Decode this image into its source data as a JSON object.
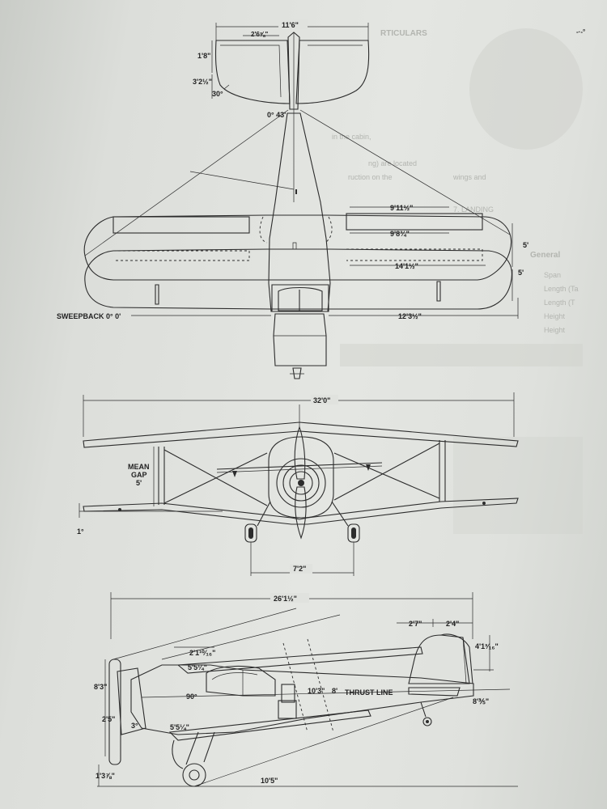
{
  "bleed_through": {
    "heading": "RTICULARS",
    "section": "7. LANDING",
    "general": "General",
    "list": [
      "Span",
      "Length (Ta",
      "Length (T",
      "Height",
      "Height"
    ],
    "snippets": [
      "in the cabin,",
      "ng) are located",
      "ruction on the",
      "wings and"
    ]
  },
  "corner_mark": "-·-°",
  "top_view": {
    "span_tailplane": "11'6\"",
    "elevator_tab": "2'6⅝\"",
    "dim_1_8": "1'8\"",
    "dim_3_2": "3'2½\"",
    "angle_30": "30°",
    "angle_0_43": "0° 43'",
    "dim_9_11": "9'11½\"",
    "dim_9_8": "9'8¾\"",
    "dim_5_upper": "5'",
    "dim_14_1": "14'1½\"",
    "dim_5_lower": "5'",
    "dim_12_3": "12'3½\"",
    "sweepback": "SWEEPBACK 0° 0'"
  },
  "front_view": {
    "span": "32'0\"",
    "mean_gap_1": "MEAN",
    "mean_gap_2": "GAP",
    "mean_gap_3": "5'",
    "dihedral": "1°",
    "track": "7'2\""
  },
  "side_view": {
    "length": "26'1½\"",
    "dim_2_7": "2'7\"",
    "dim_2_4": "2'4\"",
    "dim_4_1": "4'1³⁄₁₆\"",
    "dim_2_1": "2'1¹⁰⁄₁₆\"",
    "dim_5_5": "5'5¼\"",
    "dim_8_3": "8'3\"",
    "angle_90": "90°",
    "dim_10_3": "10'3\"",
    "dim_8": "8'",
    "thrust_line": "THRUST LINE",
    "dim_8_7": "8'⅗\"",
    "dim_2_5": "2'5\"",
    "angle_3": "3°",
    "dim_5_5b": "5'5¼\"",
    "dim_1_3": "1'3⅞\"",
    "dim_10_5": "10'5\""
  }
}
